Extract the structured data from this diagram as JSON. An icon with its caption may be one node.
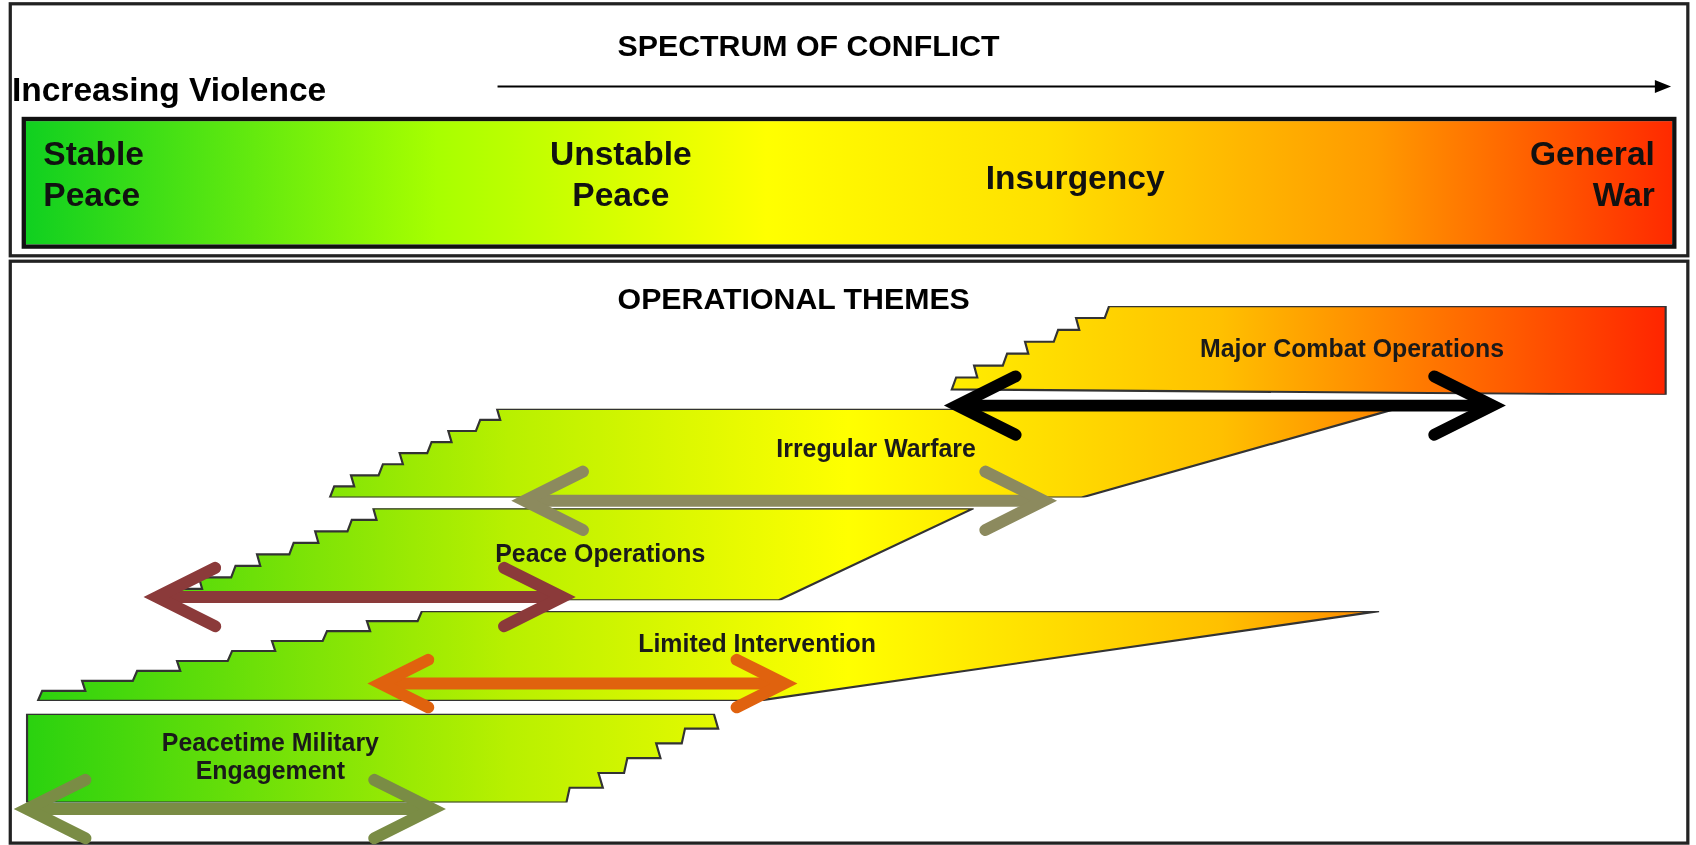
{
  "diagram": {
    "nodes": [
      {
        "text": [
          "SPECTRUM OF CONFLICT",
          "Increasing Violence"
        ]
      },
      {
        "text": [
          "Stable Peace",
          "Unstable Peace",
          "Insurgency",
          "General War"
        ],
        "in": 0
      },
      {
        "text": [
          "OPERATIONAL THEMES"
        ]
      },
      {
        "text": [
          "Major Combat Operations"
        ],
        "in": 2
      },
      {
        "text": [
          "Irregular Warfare"
        ],
        "in": 2
      },
      {
        "text": [
          "Peace Operations"
        ],
        "in": 2
      },
      {
        "text": [
          "Limited Intervention"
        ],
        "in": 2
      },
      {
        "text": [
          "Peacetime Military Engagement"
        ],
        "in": 2
      }
    ],
    "edges": []
  }
}
